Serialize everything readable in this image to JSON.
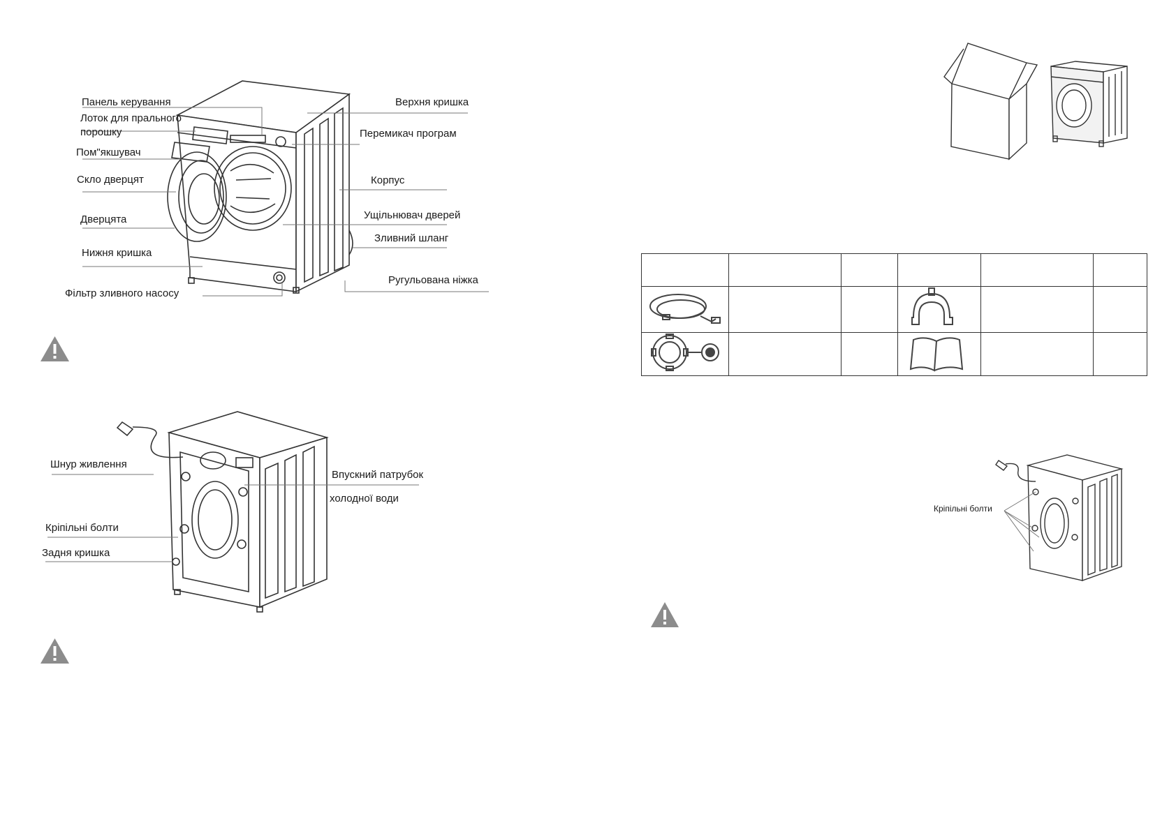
{
  "front_labels": {
    "control_panel": "Панель керування",
    "detergent_tray_1": "Лоток для прального",
    "detergent_tray_2": "порошку",
    "softener": "Пом\"якшувач",
    "door_glass": "Скло дверцят",
    "door": "Дверцята",
    "lower_cover": "Нижня кришка",
    "pump_filter": "Фільтр зливного насосу",
    "top_cover": "Верхня кришка",
    "program_selector": "Перемикач програм",
    "body": "Корпус",
    "door_seal": "Ущільнювач дверей",
    "drain_hose": "Зливний шланг",
    "adjustable_foot": "Ругульована ніжка"
  },
  "back_labels": {
    "power_cord": "Шнур живлення",
    "inlet_1": "Впускний патрубок",
    "inlet_2": "холодної води",
    "bolts": "Кріпільні болти",
    "rear_cover": "Задня кришка"
  },
  "right_page": {
    "bolts_label": "Кріпільні болти"
  },
  "icons": [
    "warning-triangle-icon"
  ],
  "colors": {
    "warning": "#8c8c8c",
    "line": "#333333"
  }
}
